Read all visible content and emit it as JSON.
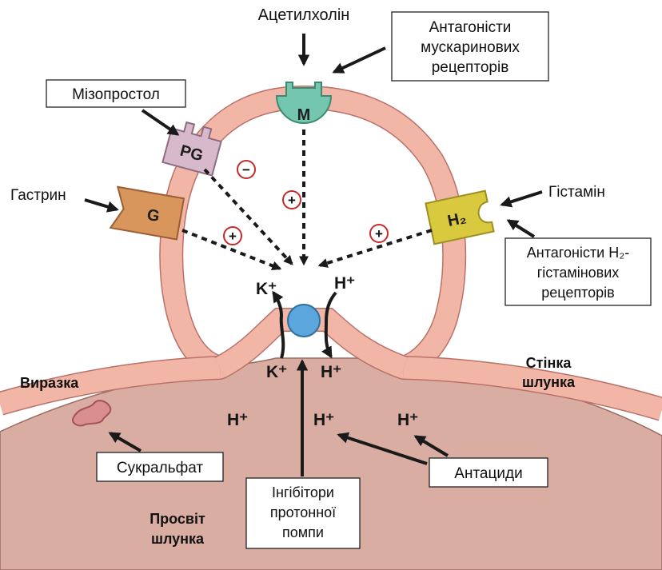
{
  "labels": {
    "acetylcholine": "Ацетилхолін",
    "muscarinic_antagonists": [
      "Антагоністи",
      "мускаринових",
      "рецепторів"
    ],
    "misoprostol": "Мізопростол",
    "gastrin": "Гастрин",
    "histamine": "Гістамін",
    "h2_antagonists": [
      "Антагоністи H₂-",
      "гістамінових",
      "рецепторів"
    ],
    "ulcer": "Виразка",
    "stomach_wall": [
      "Стінка",
      "шлунка"
    ],
    "stomach_lumen": [
      "Просвіт",
      "шлунка"
    ],
    "sucralfate": "Сукральфат",
    "ppi": [
      "Інгібітори",
      "протонної",
      "помпи"
    ],
    "antacids": "Антациди"
  },
  "receptors": {
    "m": "M",
    "pg": "PG",
    "g": "G",
    "h2": "H₂"
  },
  "signs": {
    "pg": "−",
    "m": "+",
    "g": "+",
    "h2": "+"
  },
  "ions": {
    "k_top": "K⁺",
    "h_top": "H⁺",
    "k_bottom": "K⁺",
    "h_bottom": "H⁺",
    "h_lumen_1": "H⁺",
    "h_lumen_2": "H⁺",
    "h_lumen_3": "H⁺"
  },
  "colors": {
    "membrane": "#f2b6a6",
    "membrane_edge": "#b9716a",
    "lumen": "#d9ada1",
    "m_receptor": "#74c7ae",
    "pg_receptor": "#d8b9cc",
    "g_receptor": "#d8955c",
    "h2_receptor": "#d9c93e",
    "pump": "#5aa6dd",
    "sign_ring": "#c42a2a"
  }
}
